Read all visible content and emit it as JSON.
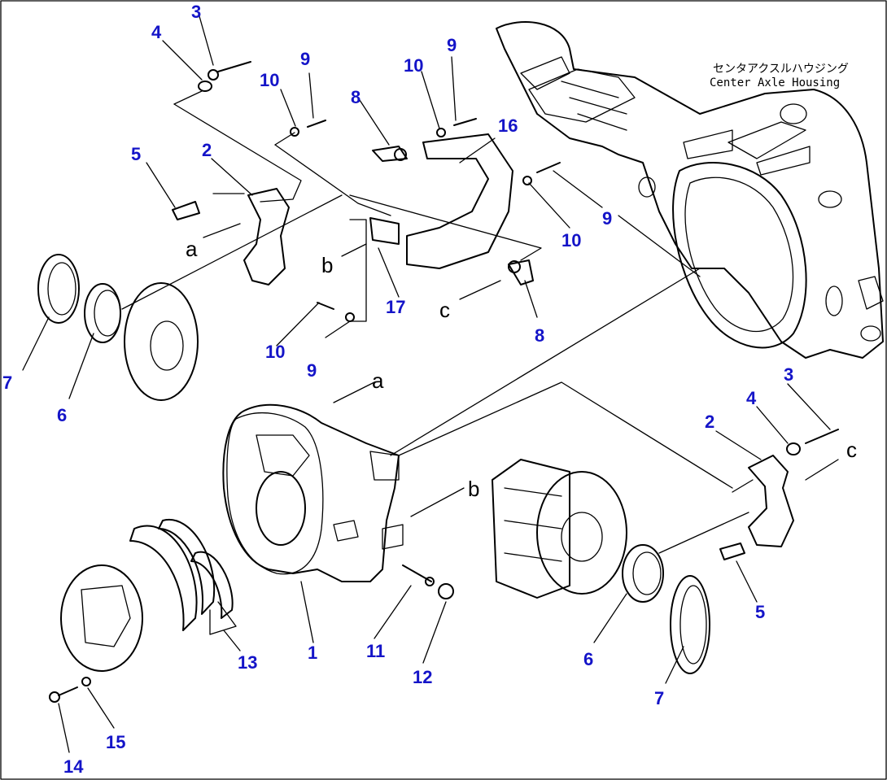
{
  "title_jp": "センタアクスルハウジング",
  "title_en": "Center Axle Housing",
  "callouts": [
    {
      "id": "c1",
      "text": "1"
    },
    {
      "id": "c2a",
      "text": "2"
    },
    {
      "id": "c2b",
      "text": "2"
    },
    {
      "id": "c3a",
      "text": "3"
    },
    {
      "id": "c3b",
      "text": "3"
    },
    {
      "id": "c4a",
      "text": "4"
    },
    {
      "id": "c4b",
      "text": "4"
    },
    {
      "id": "c5a",
      "text": "5"
    },
    {
      "id": "c5b",
      "text": "5"
    },
    {
      "id": "c6a",
      "text": "6"
    },
    {
      "id": "c6b",
      "text": "6"
    },
    {
      "id": "c7a",
      "text": "7"
    },
    {
      "id": "c7b",
      "text": "7"
    },
    {
      "id": "c8a",
      "text": "8"
    },
    {
      "id": "c8b",
      "text": "8"
    },
    {
      "id": "c9a",
      "text": "9"
    },
    {
      "id": "c9b",
      "text": "9"
    },
    {
      "id": "c9c",
      "text": "9"
    },
    {
      "id": "c9d",
      "text": "9"
    },
    {
      "id": "c10a",
      "text": "10"
    },
    {
      "id": "c10b",
      "text": "10"
    },
    {
      "id": "c10c",
      "text": "10"
    },
    {
      "id": "c10d",
      "text": "10"
    },
    {
      "id": "c11",
      "text": "11"
    },
    {
      "id": "c12",
      "text": "12"
    },
    {
      "id": "c13",
      "text": "13"
    },
    {
      "id": "c14",
      "text": "14"
    },
    {
      "id": "c15",
      "text": "15"
    },
    {
      "id": "c16",
      "text": "16"
    },
    {
      "id": "c17",
      "text": "17"
    }
  ],
  "letters": [
    {
      "id": "la1",
      "text": "a"
    },
    {
      "id": "la2",
      "text": "a"
    },
    {
      "id": "lb1",
      "text": "b"
    },
    {
      "id": "lb2",
      "text": "b"
    },
    {
      "id": "lc1",
      "text": "c"
    },
    {
      "id": "lc2",
      "text": "c"
    }
  ]
}
